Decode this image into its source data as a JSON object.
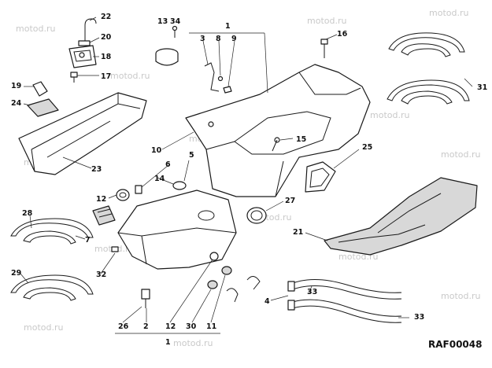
{
  "diagram": {
    "code": "RAF00048",
    "watermark": "motod.ru",
    "callouts": {
      "n1_top": "1",
      "n1_bottom": "1",
      "n2": "2",
      "n3": "3",
      "n4": "4",
      "n5": "5",
      "n6": "6",
      "n7": "7",
      "n8": "8",
      "n9": "9",
      "n10": "10",
      "n11": "11",
      "n12_left": "12",
      "n12_bottom": "12",
      "n13": "13",
      "n14": "14",
      "n15": "15",
      "n16": "16",
      "n17": "17",
      "n18": "18",
      "n19": "19",
      "n20": "20",
      "n21": "21",
      "n22": "22",
      "n23": "23",
      "n24": "24",
      "n25": "25",
      "n26": "26",
      "n27": "27",
      "n28": "28",
      "n29": "29",
      "n30": "30",
      "n31": "31",
      "n32": "32",
      "n33_a": "33",
      "n33_b": "33",
      "n34": "34"
    }
  }
}
